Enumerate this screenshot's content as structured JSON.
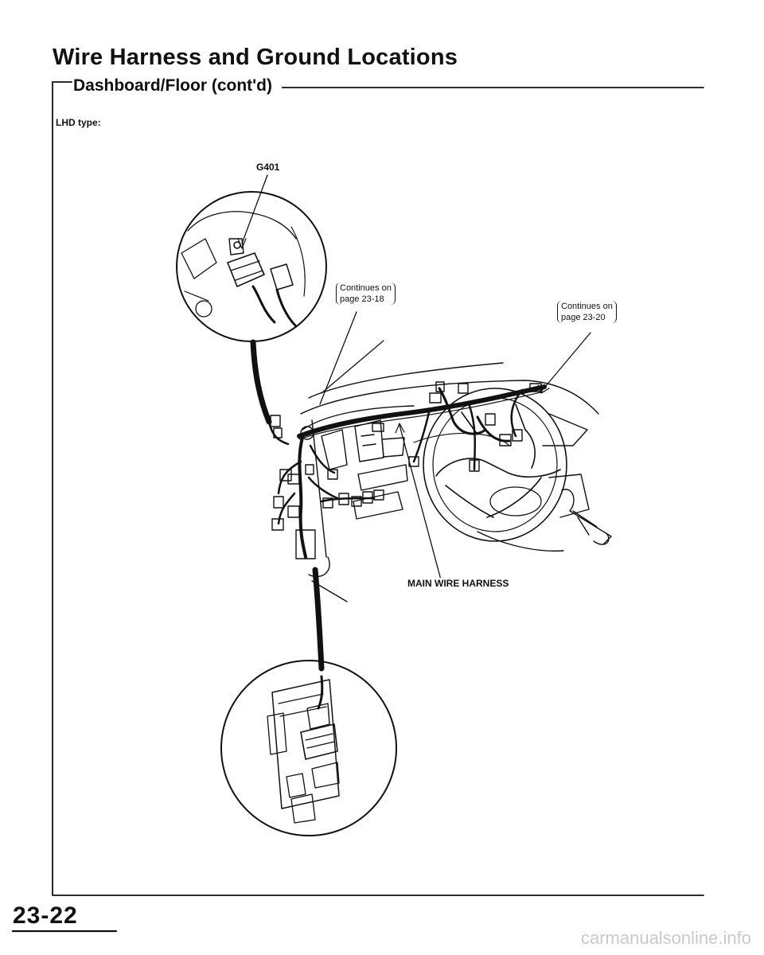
{
  "header": {
    "title": "Wire Harness and Ground Locations",
    "section": "Dashboard/Floor (cont'd)",
    "variant": "LHD type:"
  },
  "diagram": {
    "labels": {
      "ground": "G401",
      "harness": "MAIN WIRE HARNESS"
    },
    "references": [
      {
        "line1": "Continues on",
        "line2": "page 23-18"
      },
      {
        "line1": "Continues on",
        "line2": "page 23-20"
      }
    ]
  },
  "footer": {
    "page_number": "23-22",
    "watermark": "carmanualsonline.info"
  }
}
